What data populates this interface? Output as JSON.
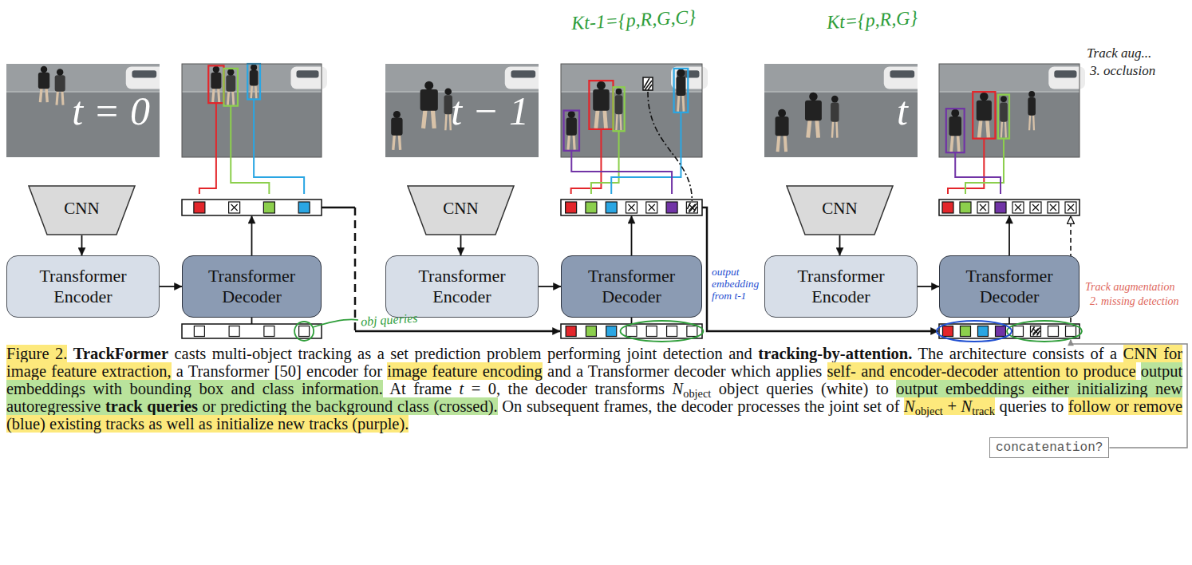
{
  "diagram": {
    "caption": "Figure 2. TrackFormer casts multi-object tracking as a set prediction problem performing joint detection and tracking-by-attention. The architecture consists of a CNN for image feature extraction, a Transformer [50] encoder for image feature encoding and a Transformer decoder which applies self- and encoder-decoder attention to produce output embeddings with bounding box and class information. At frame t = 0, the decoder transforms Nobject object queries (white) to output embeddings either initializing new autoregressive track queries or predicting the background class (crossed). On subsequent frames, the decoder processes the joint set of Nobject + Ntrack queries to follow or remove (blue) existing tracks as well as initialize new tracks (purple).",
    "nodes": [
      {
        "text": [
          "t = 0"
        ]
      },
      {
        "text": [
          "CNN"
        ]
      },
      {
        "text": [
          "Transformer Encoder"
        ]
      },
      {
        "text": [
          "Transformer Decoder"
        ]
      },
      {
        "text": [
          "t − 1"
        ]
      },
      {
        "text": [
          "CNN"
        ]
      },
      {
        "text": [
          "Transformer Encoder"
        ]
      },
      {
        "text": [
          "Transformer Decoder"
        ]
      },
      {
        "text": [
          "t"
        ]
      },
      {
        "text": [
          "CNN"
        ]
      },
      {
        "text": [
          "Transformer Encoder"
        ]
      },
      {
        "text": [
          "Transformer Decoder"
        ]
      },
      {
        "text": [
          "concatenation?"
        ]
      }
    ],
    "edges": [
      {
        "from": 1,
        "to": 2,
        "arrow": "to"
      },
      {
        "from": 2,
        "to": 3,
        "arrow": "to"
      },
      {
        "from": 5,
        "to": 6,
        "arrow": "to"
      },
      {
        "from": 6,
        "to": 7,
        "arrow": "to"
      },
      {
        "from": 9,
        "to": 10,
        "arrow": "to"
      },
      {
        "from": 10,
        "to": 11,
        "arrow": "to"
      }
    ],
    "labels": [
      "Kt-1={p,R,G,C}",
      "Kt={p,R,G}",
      "Track aug...",
      "3. occlusion",
      "obj queries",
      "output embedding from t-1",
      "Track augmentation",
      "2. missing detection"
    ]
  }
}
